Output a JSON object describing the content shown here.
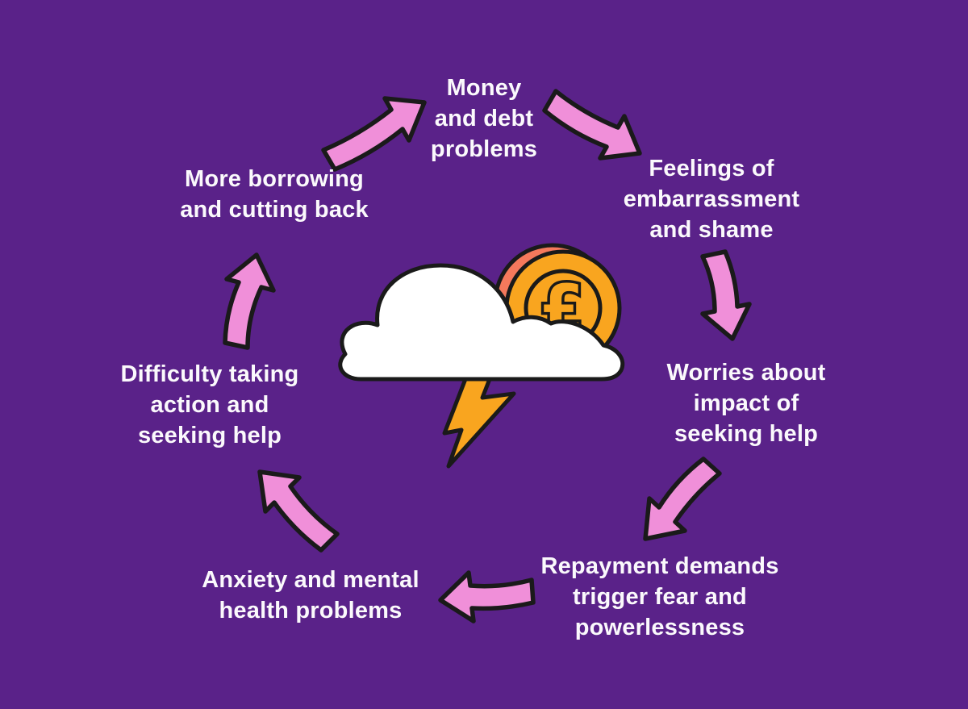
{
  "colors": {
    "background": "#5a2289",
    "arrow_pink": "#f08fd9",
    "outline_black": "#1a1a1a",
    "label_text": "#fbf9fc",
    "cloud_white": "#ffffff",
    "coin_gold": "#f9a51f",
    "coin_edge_salmon": "#f5795c",
    "lightning_gold": "#f9a51f"
  },
  "cycle": {
    "stages": [
      {
        "id": "money-debt",
        "label": "Money\nand debt\nproblems"
      },
      {
        "id": "feelings",
        "label": "Feelings of\nembarrassment\nand shame"
      },
      {
        "id": "worries",
        "label": "Worries about\nimpact of\nseeking help"
      },
      {
        "id": "repayment",
        "label": "Repayment demands\ntrigger fear and\npowerlessness"
      },
      {
        "id": "anxiety",
        "label": "Anxiety and mental\nhealth problems"
      },
      {
        "id": "difficulty",
        "label": "Difficulty taking\naction and\nseeking help"
      },
      {
        "id": "borrowing",
        "label": "More borrowing\nand cutting back"
      }
    ]
  },
  "center": {
    "coin_symbol": "£",
    "icons": [
      "storm-cloud",
      "pound-coin",
      "lightning-bolt"
    ]
  }
}
